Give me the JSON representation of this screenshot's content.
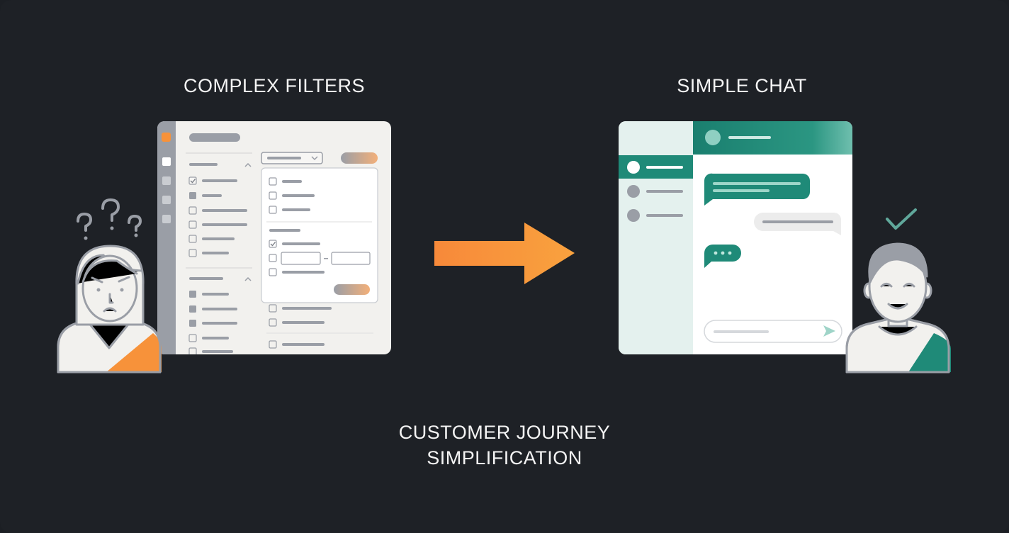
{
  "left_panel": {
    "title": "COMPLEX FILTERS"
  },
  "right_panel": {
    "title": "SIMPLE CHAT"
  },
  "caption": {
    "line1": "CUSTOMER JOURNEY",
    "line2": "SIMPLIFICATION"
  },
  "colors": {
    "background": "#1e2126",
    "orange_accent": "#f7923a",
    "teal_accent": "#1f8a78",
    "panel_bg": "#f2f1ee",
    "gray_ui": "#9a9ea6"
  },
  "icons": {
    "confused_person": "confused-person-icon",
    "happy_person": "happy-person-icon",
    "question_marks": "question-marks-icon",
    "checkmark": "checkmark-icon",
    "arrow": "right-arrow-icon",
    "send": "send-icon"
  }
}
